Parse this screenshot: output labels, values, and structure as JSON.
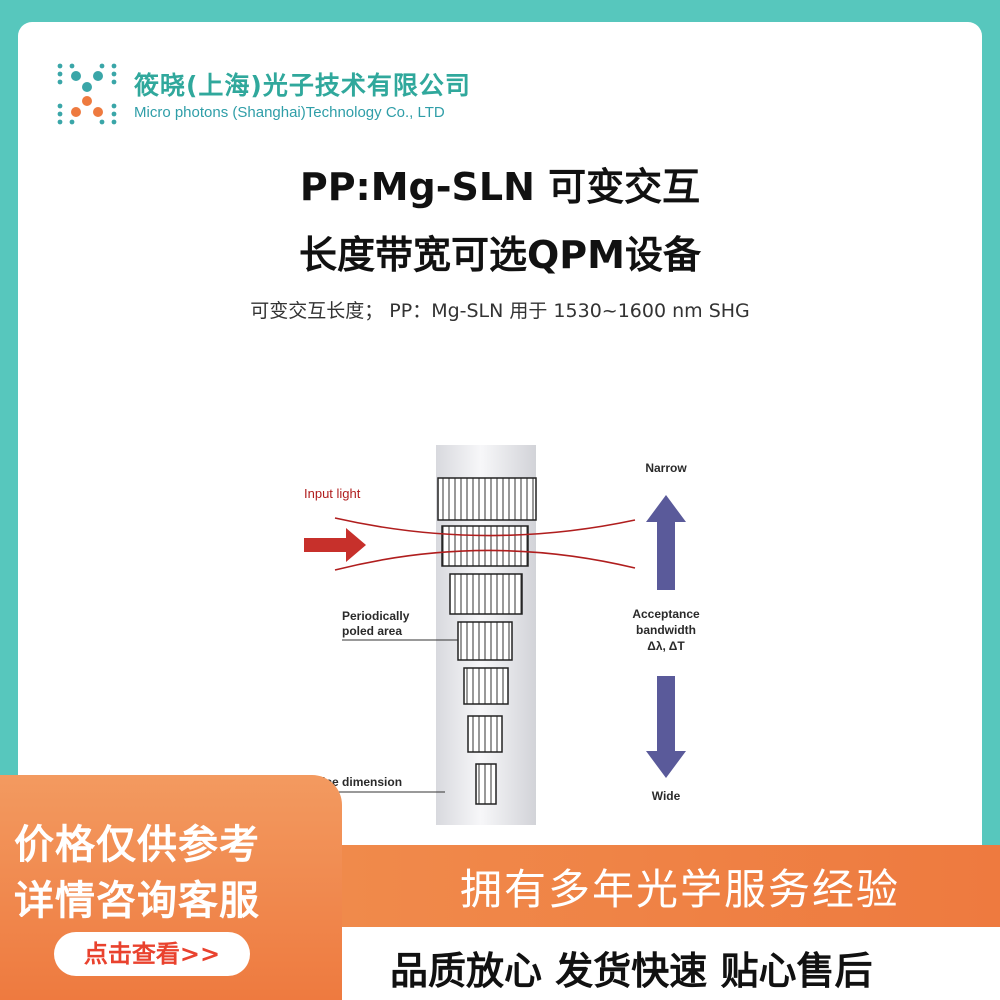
{
  "header": {
    "company_cn": "筱晓(上海)光子技术有限公司",
    "company_en": "Micro photons (Shanghai)Technology Co., LTD",
    "logo_icon": "dotted-x-logo",
    "brand_colors": {
      "teal": "#30a89c",
      "orange": "#ee7a3f",
      "background": "#57c7bd"
    }
  },
  "product": {
    "title_line1": "PP:Mg-SLN 可变交互",
    "title_line2": "长度带宽可选QPM设备",
    "subtitle": "可变交互长度； PP：Mg-SLN 用于 1530~1600 nm SHG"
  },
  "diagram": {
    "input_light": "Input light",
    "poled_area_line1": "Periodically",
    "poled_area_line2": "poled area",
    "device_dimension": "Device dimension",
    "narrow": "Narrow",
    "acceptance_line1": "Acceptance",
    "acceptance_line2": "bandwidth",
    "acceptance_line3": "Δλ, ΔT",
    "wide": "Wide",
    "arrow_color": "#5a5a9a",
    "beam_color": "#b01e1e"
  },
  "promo": {
    "line1": "价格仅供参考",
    "line2": "详情咨询客服",
    "button": "点击查看>>",
    "banner_mid": "拥有多年光学服务经验",
    "banner_bottom": "品质放心 发货快速 贴心售后"
  }
}
